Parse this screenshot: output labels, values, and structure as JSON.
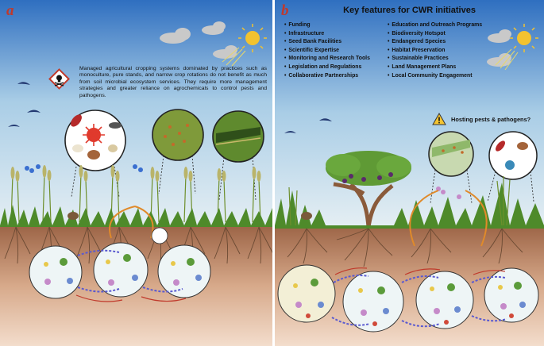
{
  "panel_a": {
    "letter": "a",
    "note": "Managed agricultural cropping systems dominated by practices such as monoculture, pure stands, and narrow crop rotations do not benefit as much from soil microbial ecosystem services. They require more management strategies and greater reliance on agrochemicals to control pests and pathogens."
  },
  "panel_b": {
    "letter": "b",
    "title": "Key features for CWR initiatives",
    "features_left": [
      "Funding",
      "Infrastructure",
      "Seed Bank Facilities",
      "Scientific Expertise",
      "Monitoring and Research Tools",
      "Legislation and Regulations",
      "Collaborative Partnerships"
    ],
    "features_right": [
      "Education and Outreach Programs",
      "Biodiversity Hotspot",
      "Endangered Species",
      "Habitat Preservation",
      "Sustainable Practices",
      "Land Management Plans",
      "Local Community Engagement"
    ],
    "warning": "Hosting pests & pathogens?"
  },
  "colors": {
    "sky_top": "#2f6fc0",
    "sky_bottom": "#d6e8f2",
    "soil_top": "#a86e4c",
    "soil_bottom": "#f1d8c4",
    "accent": "#c0392b",
    "sun": "#f2c230"
  }
}
